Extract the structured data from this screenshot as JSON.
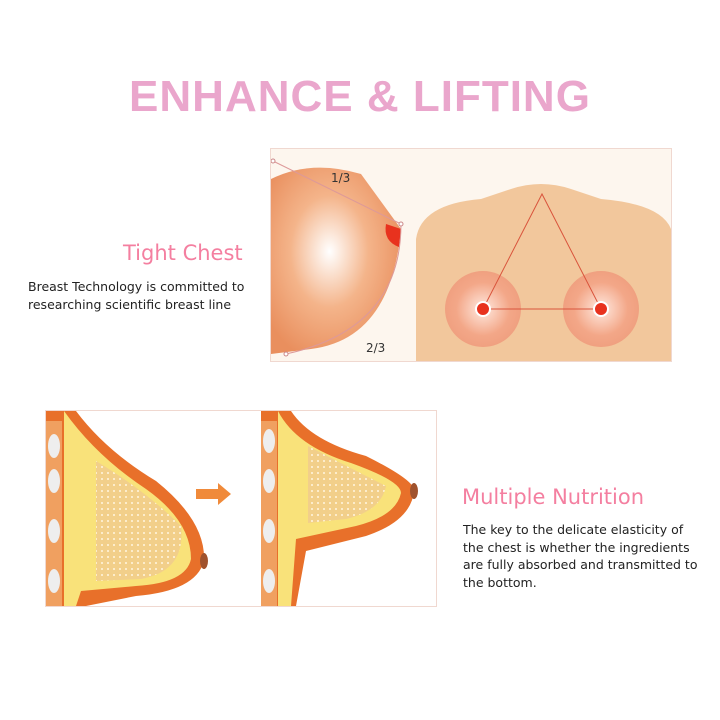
{
  "title": "ENHANCE & LIFTING",
  "tight_chest": {
    "heading": "Tight Chest",
    "lines": [
      "Breast Technology is committed to",
      "researching scientific breast line"
    ]
  },
  "diagram_labels": {
    "upper": "1/3",
    "lower": "2/3"
  },
  "multiple_nutrition": {
    "heading": "Multiple Nutrition",
    "lines": [
      "The key to the delicate elasticity of",
      "the chest is whether the ingredients",
      "are fully absorbed and transmitted to",
      "the bottom."
    ]
  },
  "colors": {
    "title": "#eaa6cc",
    "heading": "#f47fa0",
    "skin": "#f2c79c",
    "accent": "#e8321e"
  }
}
